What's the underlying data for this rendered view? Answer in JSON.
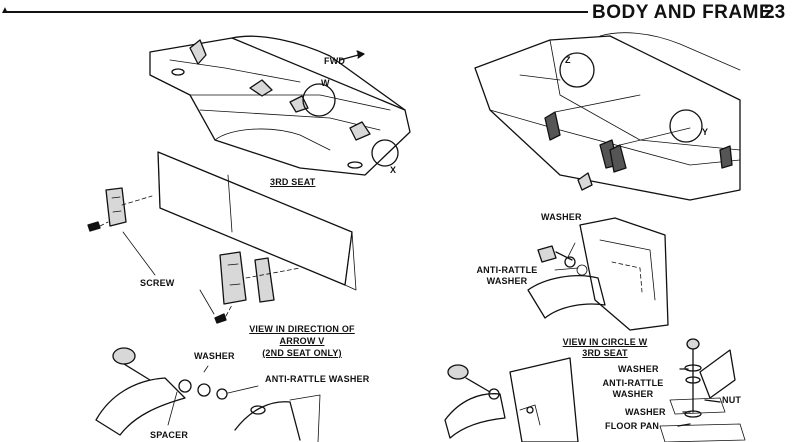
{
  "header": {
    "section_title": "BODY AND FRAME",
    "page_number": "23"
  },
  "figure_top_left": {
    "fwd_label": "FWD",
    "callout_w": "W",
    "callout_x": "X",
    "caption": "3RD SEAT"
  },
  "figure_top_right": {
    "callout_z": "Z",
    "callout_y": "Y"
  },
  "figure_middle_left": {
    "screw_label": "SCREW",
    "caption_line1": "VIEW IN DIRECTION OF",
    "caption_line2": "ARROW V",
    "caption_line3": "(2ND SEAT ONLY)"
  },
  "figure_middle_right": {
    "washer_label": "WASHER",
    "anti_rattle_line1": "ANTI-RATTLE",
    "anti_rattle_line2": "WASHER",
    "caption_line1": "VIEW IN CIRCLE W",
    "caption_line2": "3RD SEAT"
  },
  "figure_bottom_left": {
    "washer_label": "WASHER",
    "anti_rattle_label": "ANTI-RATTLE WASHER",
    "spacer_label": "SPACER"
  },
  "figure_bottom_right": {
    "washer_top_label": "WASHER",
    "anti_rattle_line1": "ANTI-RATTLE",
    "anti_rattle_line2": "WASHER",
    "nut_label": "NUT",
    "washer_bottom_label": "WASHER",
    "floor_pan_label": "FLOOR PAN"
  }
}
